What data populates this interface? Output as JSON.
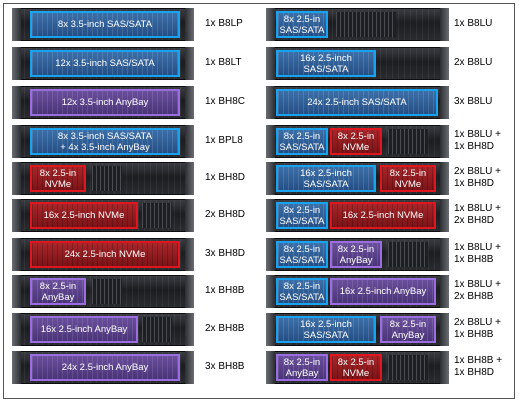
{
  "colors": {
    "sas_sata": "#17a3f0",
    "nvme": "#e0161e",
    "anybay": "#9a6de0"
  },
  "left": [
    {
      "bays": [
        "8x 3.5-inch SAS/SATA"
      ],
      "label": "1x B8LP"
    },
    {
      "bays": [
        "12x 3.5-inch SAS/SATA"
      ],
      "label": "1x B8LT"
    },
    {
      "bays": [
        "12x 3.5-inch AnyBay"
      ],
      "label": "1x BH8C"
    },
    {
      "bays": [
        "8x 3.5-inch SAS/SATA\n+ 4x 3.5-inch AnyBay"
      ],
      "label": "1x BPL8"
    },
    {
      "bays": [
        "8x 2.5-in\nNVMe"
      ],
      "label": "1x BH8D"
    },
    {
      "bays": [
        "16x 2.5-inch NVMe"
      ],
      "label": "2x BH8D"
    },
    {
      "bays": [
        "24x 2.5-inch NVMe"
      ],
      "label": "3x BH8D"
    },
    {
      "bays": [
        "8x 2.5-in\nAnyBay"
      ],
      "label": "1x BH8B"
    },
    {
      "bays": [
        "16x 2.5-inch AnyBay"
      ],
      "label": "2x BH8B"
    },
    {
      "bays": [
        "24x 2.5-inch AnyBay"
      ],
      "label": "3x BH8B"
    }
  ],
  "right": [
    {
      "bays": [
        "8x 2.5-in\nSAS/SATA"
      ],
      "label": "1x B8LU"
    },
    {
      "bays": [
        "16x 2.5-inch\nSAS/SATA"
      ],
      "label": "2x B8LU"
    },
    {
      "bays": [
        "24x 2.5-inch SAS/SATA"
      ],
      "label": "3x B8LU"
    },
    {
      "bays": [
        "8x 2.5-in\nSAS/SATA",
        "8x 2.5-in\nNVMe"
      ],
      "label": "1x B8LU +\n1x BH8D"
    },
    {
      "bays": [
        "16x 2.5-inch\nSAS/SATA",
        "8x 2.5-in\nNVMe"
      ],
      "label": "2x B8LU +\n1x BH8D"
    },
    {
      "bays": [
        "8x 2.5-in\nSAS/SATA",
        "16x 2.5-inch NVMe"
      ],
      "label": "1x B8LU +\n2x BH8D"
    },
    {
      "bays": [
        "8x 2.5-in\nSAS/SATA",
        "8x 2.5-in\nAnyBay"
      ],
      "label": "1x B8LU +\n1x BH8B"
    },
    {
      "bays": [
        "8x 2.5-in\nSAS/SATA",
        "16x 2.5-inch AnyBay"
      ],
      "label": "1x B8LU +\n2x BH8B"
    },
    {
      "bays": [
        "16x 2.5-inch\nSAS/SATA",
        "8x 2.5-in\nAnyBay"
      ],
      "label": "2x B8LU +\n1x BH8B"
    },
    {
      "bays": [
        "8x 2.5-in\nAnyBay",
        "8x 2.5-in\nNVMe"
      ],
      "label": "1x BH8B +\n1x BH8D"
    }
  ]
}
